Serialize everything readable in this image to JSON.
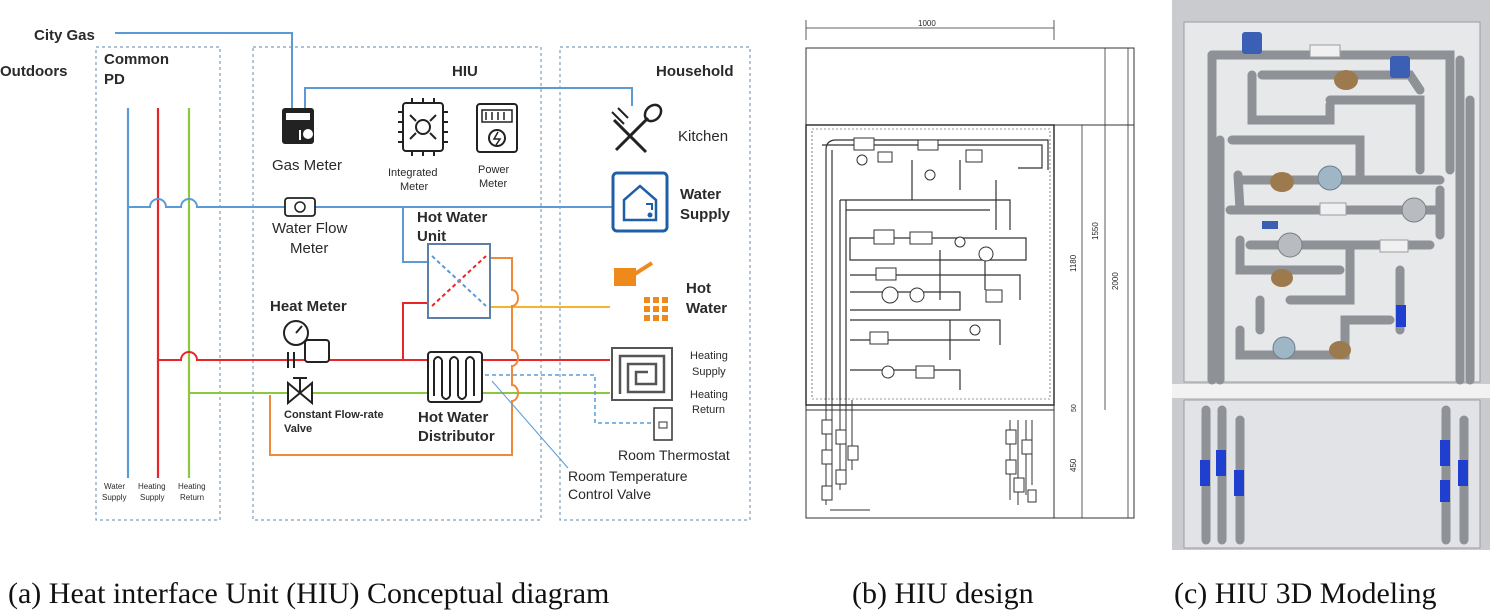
{
  "panel_a": {
    "zones": {
      "city_gas": "City Gas",
      "outdoors": "Outdoors",
      "common_pd_line1": "Common",
      "common_pd_line2": "PD",
      "hiu": "HIU",
      "household": "Household"
    },
    "components": {
      "gas_meter": "Gas Meter",
      "integrated_meter_line1": "Integrated",
      "integrated_meter_line2": "Meter",
      "power_meter_line1": "Power",
      "power_meter_line2": "Meter",
      "water_flow_meter_line1": "Water Flow",
      "water_flow_meter_line2": "Meter",
      "hot_water_unit_line1": "Hot Water",
      "hot_water_unit_line2": "Unit",
      "heat_meter": "Heat Meter",
      "constant_flow_valve_line1": "Constant Flow-rate",
      "constant_flow_valve_line2": "Valve",
      "hot_water_distributor_line1": "Hot Water",
      "hot_water_distributor_line2": "Distributor",
      "room_temp_valve_line1": "Room Temperature",
      "room_temp_valve_line2": "Control Valve",
      "kitchen": "Kitchen",
      "water_supply_line1": "Water",
      "water_supply_line2": "Supply",
      "hot_water_line1": "Hot",
      "hot_water_line2": "Water",
      "heating_supply_line1": "Heating",
      "heating_supply_line2": "Supply",
      "heating_return_line1": "Heating",
      "heating_return_line2": "Return",
      "room_thermostat": "Room Thermostat"
    },
    "pipe_labels": {
      "water_supply_line1": "Water",
      "water_supply_line2": "Supply",
      "heating_supply_line1": "Heating",
      "heating_supply_line2": "Supply",
      "heating_return_line1": "Heating",
      "heating_return_line2": "Return"
    },
    "colors": {
      "water": "#5b9bd5",
      "heating_supply": "#e8262a",
      "heating_return": "#8dc63f",
      "hot_water": "#f7b32b",
      "distributor_loop": "#ee8a3c",
      "gas": "#5b9bd5",
      "border": "#7f9fbf"
    }
  },
  "panel_b": {
    "dimensions": {
      "width": "1000",
      "h_total": "2000",
      "h_upper": "1550",
      "h_cabinet": "1180",
      "h_gap": "50",
      "h_lower": "450"
    }
  },
  "captions": {
    "a": "(a) Heat interface Unit (HIU) Conceptual diagram",
    "b": "(b) HIU design",
    "c": "(c) HIU 3D Modeling"
  }
}
